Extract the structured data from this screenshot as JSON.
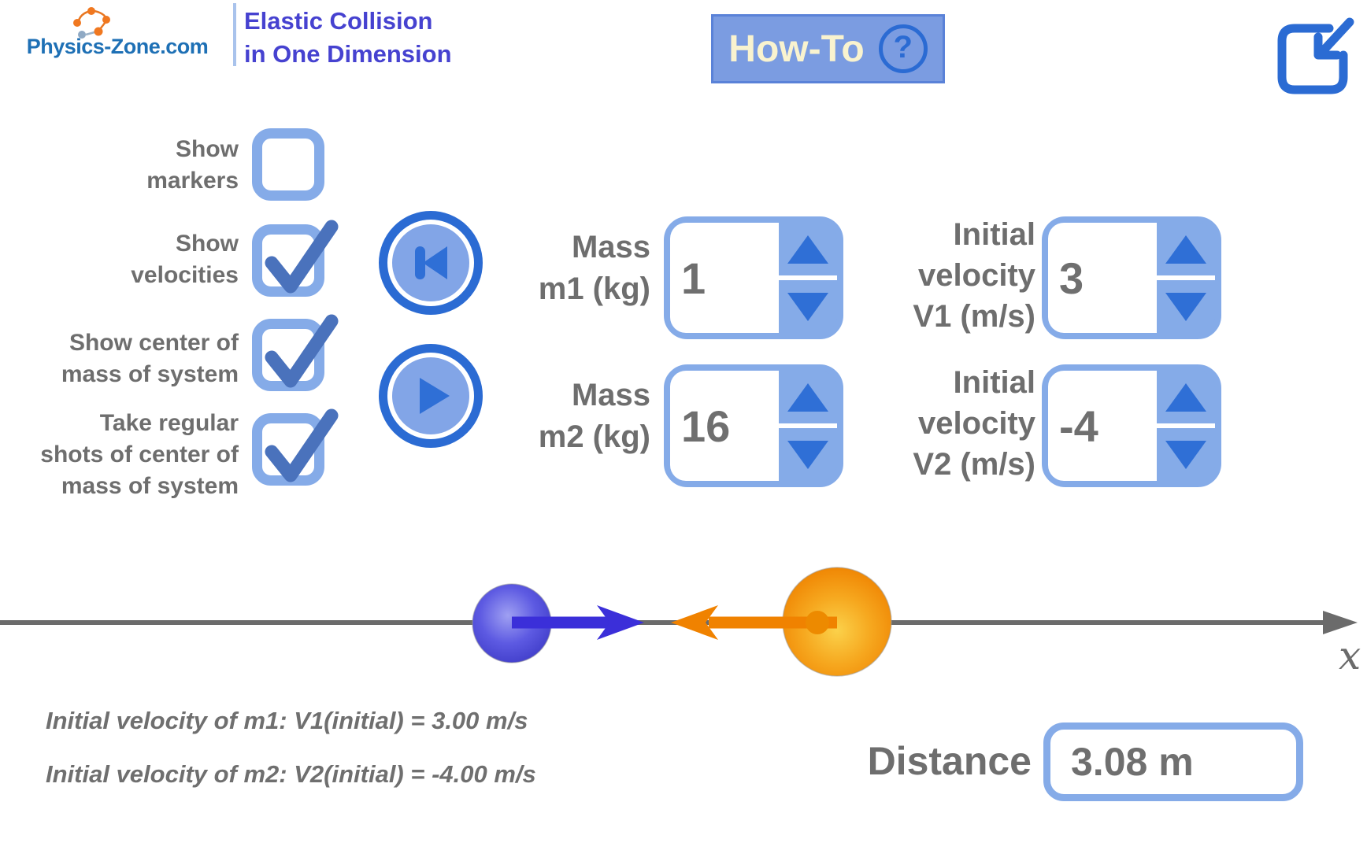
{
  "brand": {
    "name": "Physics-Zone.com",
    "icon": "molecule-icon"
  },
  "title": {
    "line1": "Elastic Collision",
    "line2": "in One Dimension"
  },
  "howto": {
    "label": "How-To",
    "icon": "question-mark-circle",
    "icon_glyph": "?"
  },
  "window": {
    "exit_icon": "exit-fullscreen-arrow"
  },
  "checkboxes": {
    "markers": {
      "lines": [
        "Show",
        "markers"
      ],
      "checked": false
    },
    "velocities": {
      "lines": [
        "Show",
        "velocities"
      ],
      "checked": true
    },
    "com": {
      "lines": [
        "Show center of",
        "mass of system"
      ],
      "checked": true
    },
    "shots": {
      "lines": [
        "Take regular",
        "shots of center of",
        "mass of system"
      ],
      "checked": true
    }
  },
  "transport": {
    "rewind_icon": "skip-to-start",
    "play_icon": "play-triangle"
  },
  "controls": {
    "m1": {
      "label_lines": [
        "Mass",
        "m1 (kg)"
      ],
      "value": "1"
    },
    "m2": {
      "label_lines": [
        "Mass",
        "m2 (kg)"
      ],
      "value": "16"
    },
    "v1": {
      "label_lines": [
        "Initial",
        "velocity",
        "V1 (m/s)"
      ],
      "value": "3"
    },
    "v2": {
      "label_lines": [
        "Initial",
        "velocity",
        "V2 (m/s)"
      ],
      "value": "-4"
    }
  },
  "simulation": {
    "axis_label": "x",
    "m1": {
      "mass_kg": 1,
      "velocity_ms": 3,
      "direction": "right",
      "ball_color": "#4743d6",
      "arrow_color": "#3b2fd9"
    },
    "m2": {
      "mass_kg": 16,
      "velocity_ms": -4,
      "direction": "left",
      "ball_color": "#f08200",
      "arrow_color": "#f08200"
    },
    "center_of_mass_marker_color": "#ed8a00",
    "axis_color": "#6b6b6b"
  },
  "readouts": {
    "v1_text": "Initial velocity of m1: V1(initial) = 3.00 m/s",
    "v2_text": "Initial velocity of m2: V2(initial) = -4.00 m/s",
    "distance_label": "Distance",
    "distance_value": "3.08 m",
    "distance_m": 3.08
  },
  "colors": {
    "accent_light_blue": "#85abe8",
    "accent_dark_blue": "#2b6bd3",
    "check_blue": "#4a72bc",
    "howto_bg": "#7b9ce1",
    "howto_text": "#f9f3cf",
    "title_purple": "#4642d0",
    "brand_blue": "#1e70b5",
    "text_gray": "#6e6e6e"
  }
}
